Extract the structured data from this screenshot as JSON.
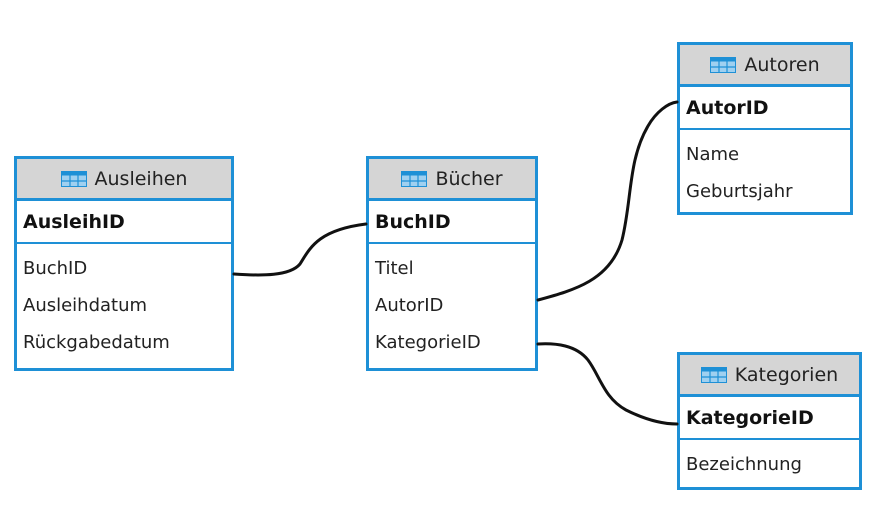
{
  "tables": {
    "ausleihen": {
      "title": "Ausleihen",
      "pk": "AusleihID",
      "fields": [
        "BuchID",
        "Ausleihdatum",
        "Rückgabedatum"
      ]
    },
    "buecher": {
      "title": "Bücher",
      "pk": "BuchID",
      "fields": [
        "Titel",
        "AutorID",
        "KategorieID"
      ]
    },
    "autoren": {
      "title": "Autoren",
      "pk": "AutorID",
      "fields": [
        "Name",
        "Geburtsjahr"
      ]
    },
    "kategorien": {
      "title": "Kategorien",
      "pk": "KategorieID",
      "fields": [
        "Bezeichnung"
      ]
    }
  },
  "relationships": [
    {
      "from": "Ausleihen.BuchID",
      "to": "Bücher.BuchID"
    },
    {
      "from": "Bücher.AutorID",
      "to": "Autoren.AutorID"
    },
    {
      "from": "Bücher.KategorieID",
      "to": "Kategorien.KategorieID"
    }
  ],
  "colors": {
    "border": "#1e90d6",
    "header": "#d5d5d5",
    "connector": "#111111"
  },
  "icons": {
    "table": "table-icon"
  }
}
